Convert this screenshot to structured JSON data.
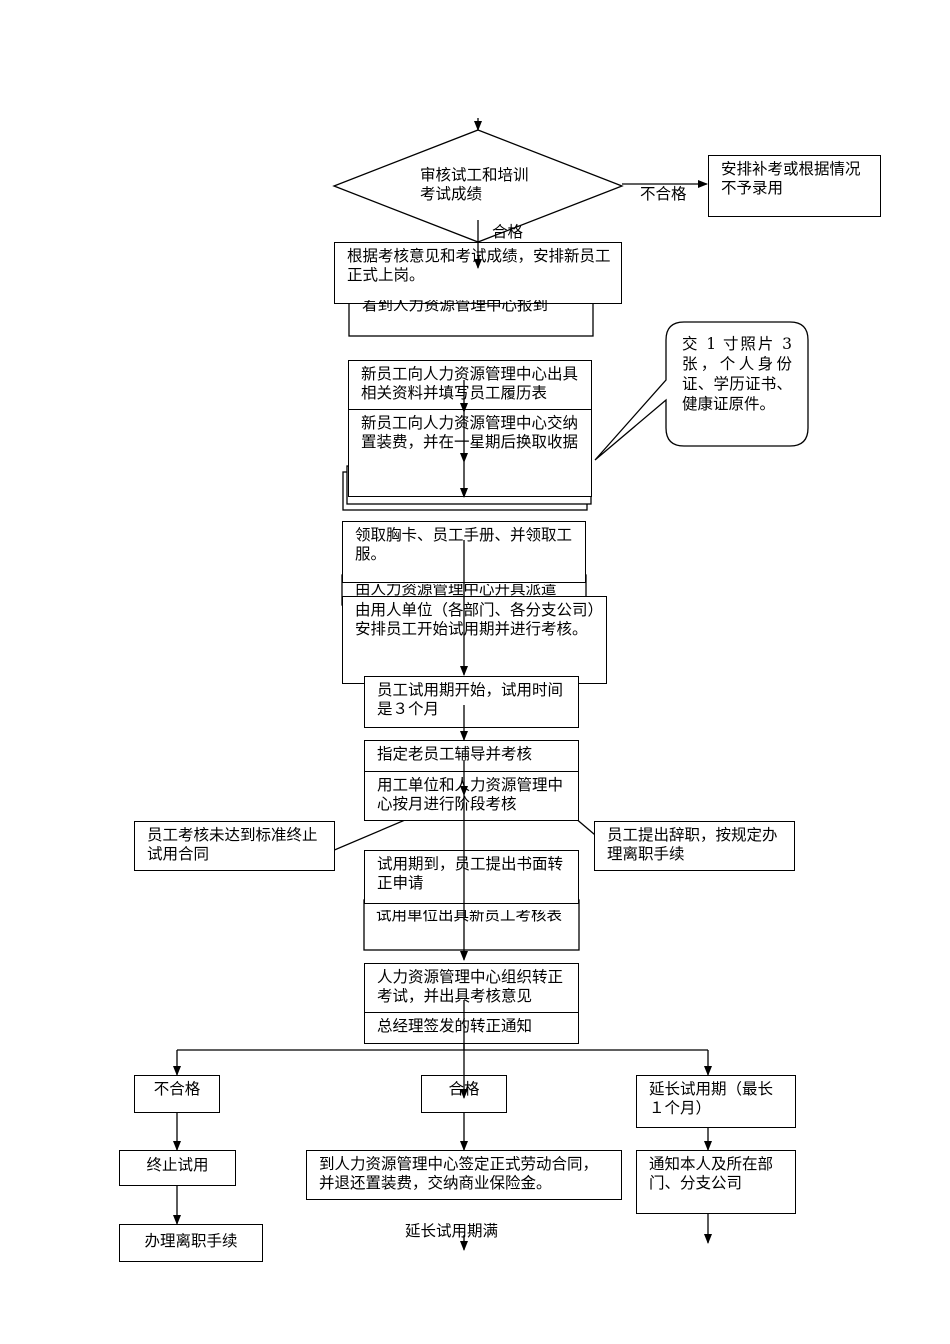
{
  "diagram": {
    "start_diamond": {
      "line1": "审核试工和培训",
      "line2": "考试成绩"
    },
    "reject_box": "安排补考或根据情况不予录用",
    "label_fail_top": "不合格",
    "label_pass_top": "合格",
    "step_arrange_post": "根据考核意见和考试成绩，安排新员工正式上岗。",
    "step_report_hidden": "着到人力资源管理中心报到",
    "step_submit_docs": "新员工向人力资源管理中心出具相关资料并填写员工履历表",
    "step_pay_fee": "新员工向人力资源管理中心交纳置装费，并在一星期后换取收据",
    "callout_docs": "交 1 寸照片 3 张，个人身份证、学历证书、健康证原件。",
    "step_badge": "领取胸卡、员工手册、并领取工服。",
    "step_dispatch_hidden": "由人力资源管理中心开具派遣",
    "step_unit_assess": "由用人单位（各部门、各分支公司）安排员工开始试用期并进行考核。",
    "step_probation_start": "员工试用期开始，试用时间是３个月",
    "step_mentor": "指定老员工辅导并考核",
    "step_monthly": "用工单位和人力资源管理中心按月进行阶段考核",
    "left_fail_box": "员工考核未达到标准终止试用合同",
    "right_resign_box": "员工提出辞职，按规定办理离职手续",
    "step_apply": "试用期到，员工提出书面转正申请",
    "step_assess_form": "试用单位出具新员工考核表",
    "step_exam": "人力资源管理中心组织转正考试，并出具考核意见",
    "step_notice": "总经理签发的转正通知",
    "branch_fail": "不合格",
    "branch_pass": "合格",
    "branch_extend": "延长试用期（最长１个月）",
    "fail_terminate": "终止试用",
    "fail_leave": "办理离职手续",
    "pass_contract": "到人力资源管理中心签定正式劳动合同，并退还置装费，交纳商业保险金。",
    "extend_notify": "通知本人及所在部门、分支公司",
    "extend_end_label": "延长试用期满"
  }
}
